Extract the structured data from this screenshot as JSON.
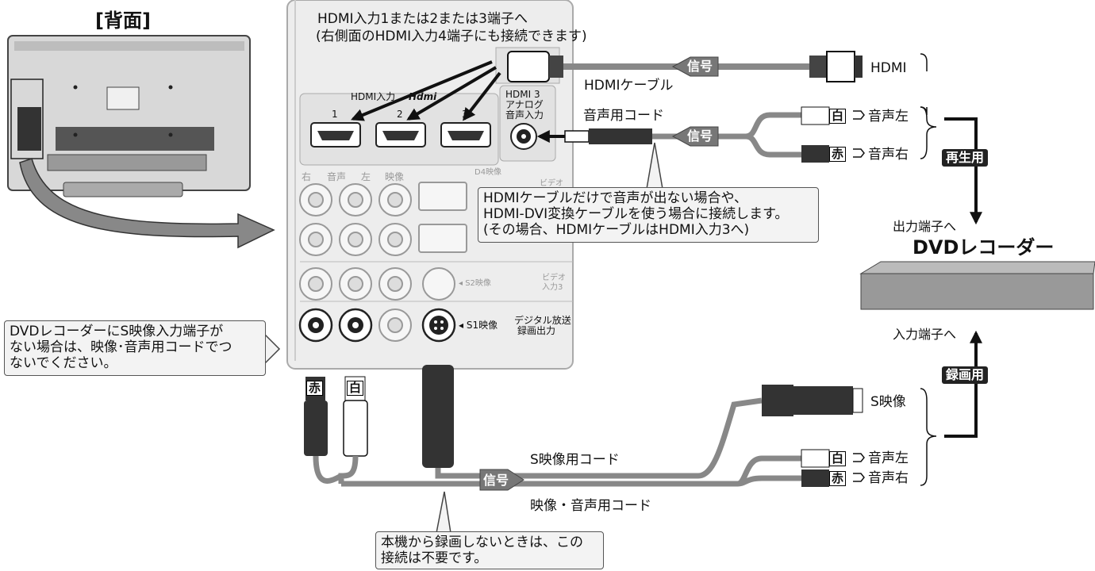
{
  "back_title": "[背面]",
  "hdmi_note_line1": "HDMI入力1または2または3端子へ",
  "hdmi_note_line2": "(右側面のHDMI入力4端子にも接続できます)",
  "hdmi_panel_label": "HDMI入力",
  "hdmi_logo": "Hdmi",
  "hdmi_port_numbers": [
    "1",
    "2",
    "3"
  ],
  "hdmi3_audio_label": [
    "HDMI 3",
    "アナログ",
    "音声入力"
  ],
  "av_jack_labels": {
    "right": "右",
    "audio": "音声",
    "left": "左",
    "video": "映像"
  },
  "d4_label": "D4映像",
  "video_label_faded": "ビデオ",
  "video3_label": [
    "ビデオ",
    "入力3"
  ],
  "s2_label": "◂ S2映像",
  "s1_label": "◂ S1映像",
  "digital_out_label": [
    "デジタル放送",
    "録画出力"
  ],
  "signal_label": "信号",
  "hdmi_cable_label": "HDMIケーブル",
  "audio_cord_label": "音声用コード",
  "hdmi_end_label": "HDMI",
  "white_label": "白",
  "red_label": "赤",
  "audio_left": "音声左",
  "audio_right": "音声右",
  "playback_badge": "再生用",
  "record_badge": "録画用",
  "output_to": "出力端子へ",
  "input_to": "入力端子へ",
  "dvd_title": "DVDレコーダー",
  "svideo_label": "S映像",
  "svideo_cord_label": "S映像用コード",
  "av_cord_label": "映像・音声用コード",
  "callout_hdmi": [
    "HDMIケーブルだけで音声が出ない場合や、",
    "HDMI-DVI変換ケーブルを使う場合に接続します。",
    "(その場合、HDMIケーブルはHDMI入力3へ)"
  ],
  "callout_svideo": [
    "DVDレコーダーにS映像入力端子が",
    "ない場合は、映像･音声用コードでつ",
    "ないでください。"
  ],
  "callout_record": [
    "本機から録画しないときは、この",
    "接続は不要です。"
  ]
}
